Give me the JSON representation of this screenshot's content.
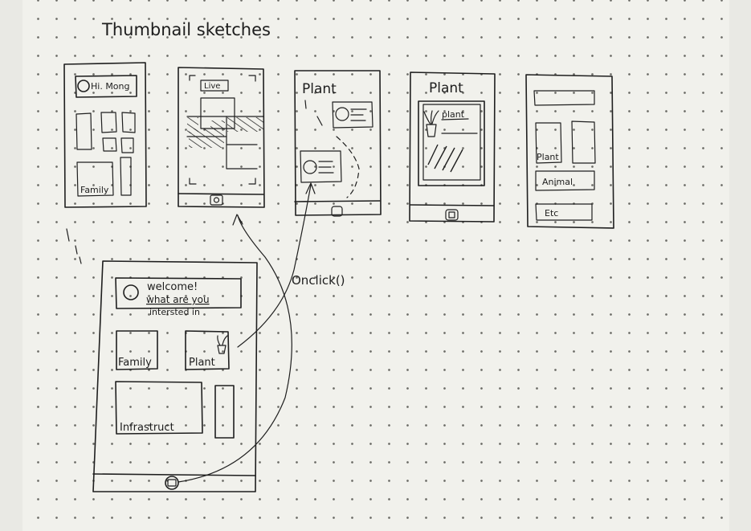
{
  "title": "Thumbnail sketches",
  "annotation": "Onclick()",
  "screens": {
    "s1": {
      "greeting": "Hi. Mong",
      "tile_label": "Family"
    },
    "s2": {
      "badge": "Live"
    },
    "s3": {
      "title": "Plant"
    },
    "s4": {
      "title": "Plant",
      "card_label": "plant"
    },
    "s5": {
      "items": [
        "Plant",
        "Animal",
        "Etc"
      ]
    },
    "main": {
      "welcome_line1": "welcome!",
      "welcome_line2": "what are you",
      "welcome_line3": "intersted in",
      "tiles": [
        "Family",
        "Plant",
        "Infrastruct"
      ]
    }
  }
}
